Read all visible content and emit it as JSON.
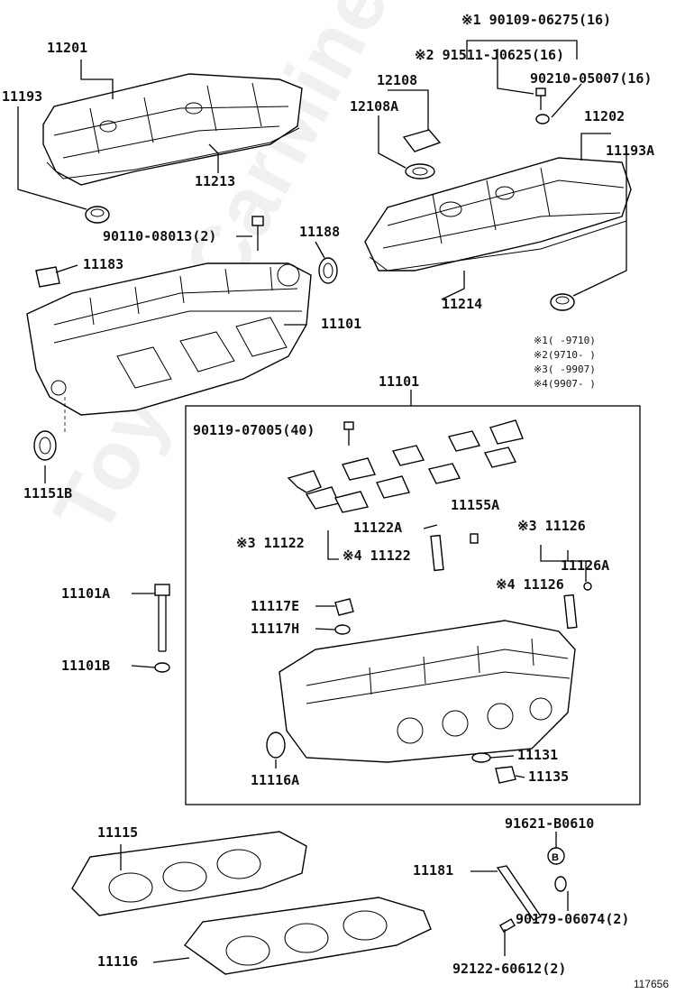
{
  "watermark": "ToyotaCarMiner",
  "figure_number": "117656",
  "legend": [
    {
      "mark": "※1",
      "range": "(      -9710)"
    },
    {
      "mark": "※2",
      "range": "(9710-      )"
    },
    {
      "mark": "※3",
      "range": "(      -9907)"
    },
    {
      "mark": "※4",
      "range": "(9907-      )"
    }
  ],
  "parts": {
    "p11201": "11201",
    "p11193": "11193",
    "p11213": "11213",
    "p90110": "90110-08013(2)",
    "p11188": "11188",
    "p11183": "11183",
    "p11101_top": "11101",
    "p11151B": "11151B",
    "p90109": "※1 90109-06275(16)",
    "p91511": "※2 91511-J0625(16)",
    "p90210": "90210-05007(16)",
    "p12108": "12108",
    "p12108A": "12108A",
    "p11202": "11202",
    "p11193A": "11193A",
    "p11214": "11214",
    "p11101_box": "11101",
    "p90119": "90119-07005(40)",
    "p11155A": "11155A",
    "p11122A": "11122A",
    "p11122_3": "※3 11122",
    "p11122_4": "※4 11122",
    "p11126_3": "※3 11126",
    "p11126A": "11126A",
    "p11126_4": "※4 11126",
    "p11101A": "11101A",
    "p11101B": "11101B",
    "p11117E": "11117E",
    "p11117H": "11117H",
    "p11116A": "11116A",
    "p11131": "11131",
    "p11135": "11135",
    "p11115": "11115",
    "p11116": "11116",
    "p91621": "91621-B0610",
    "p11181": "11181",
    "p90179": "90179-06074(2)",
    "p92122": "92122-60612(2)",
    "b_marker": "B"
  }
}
